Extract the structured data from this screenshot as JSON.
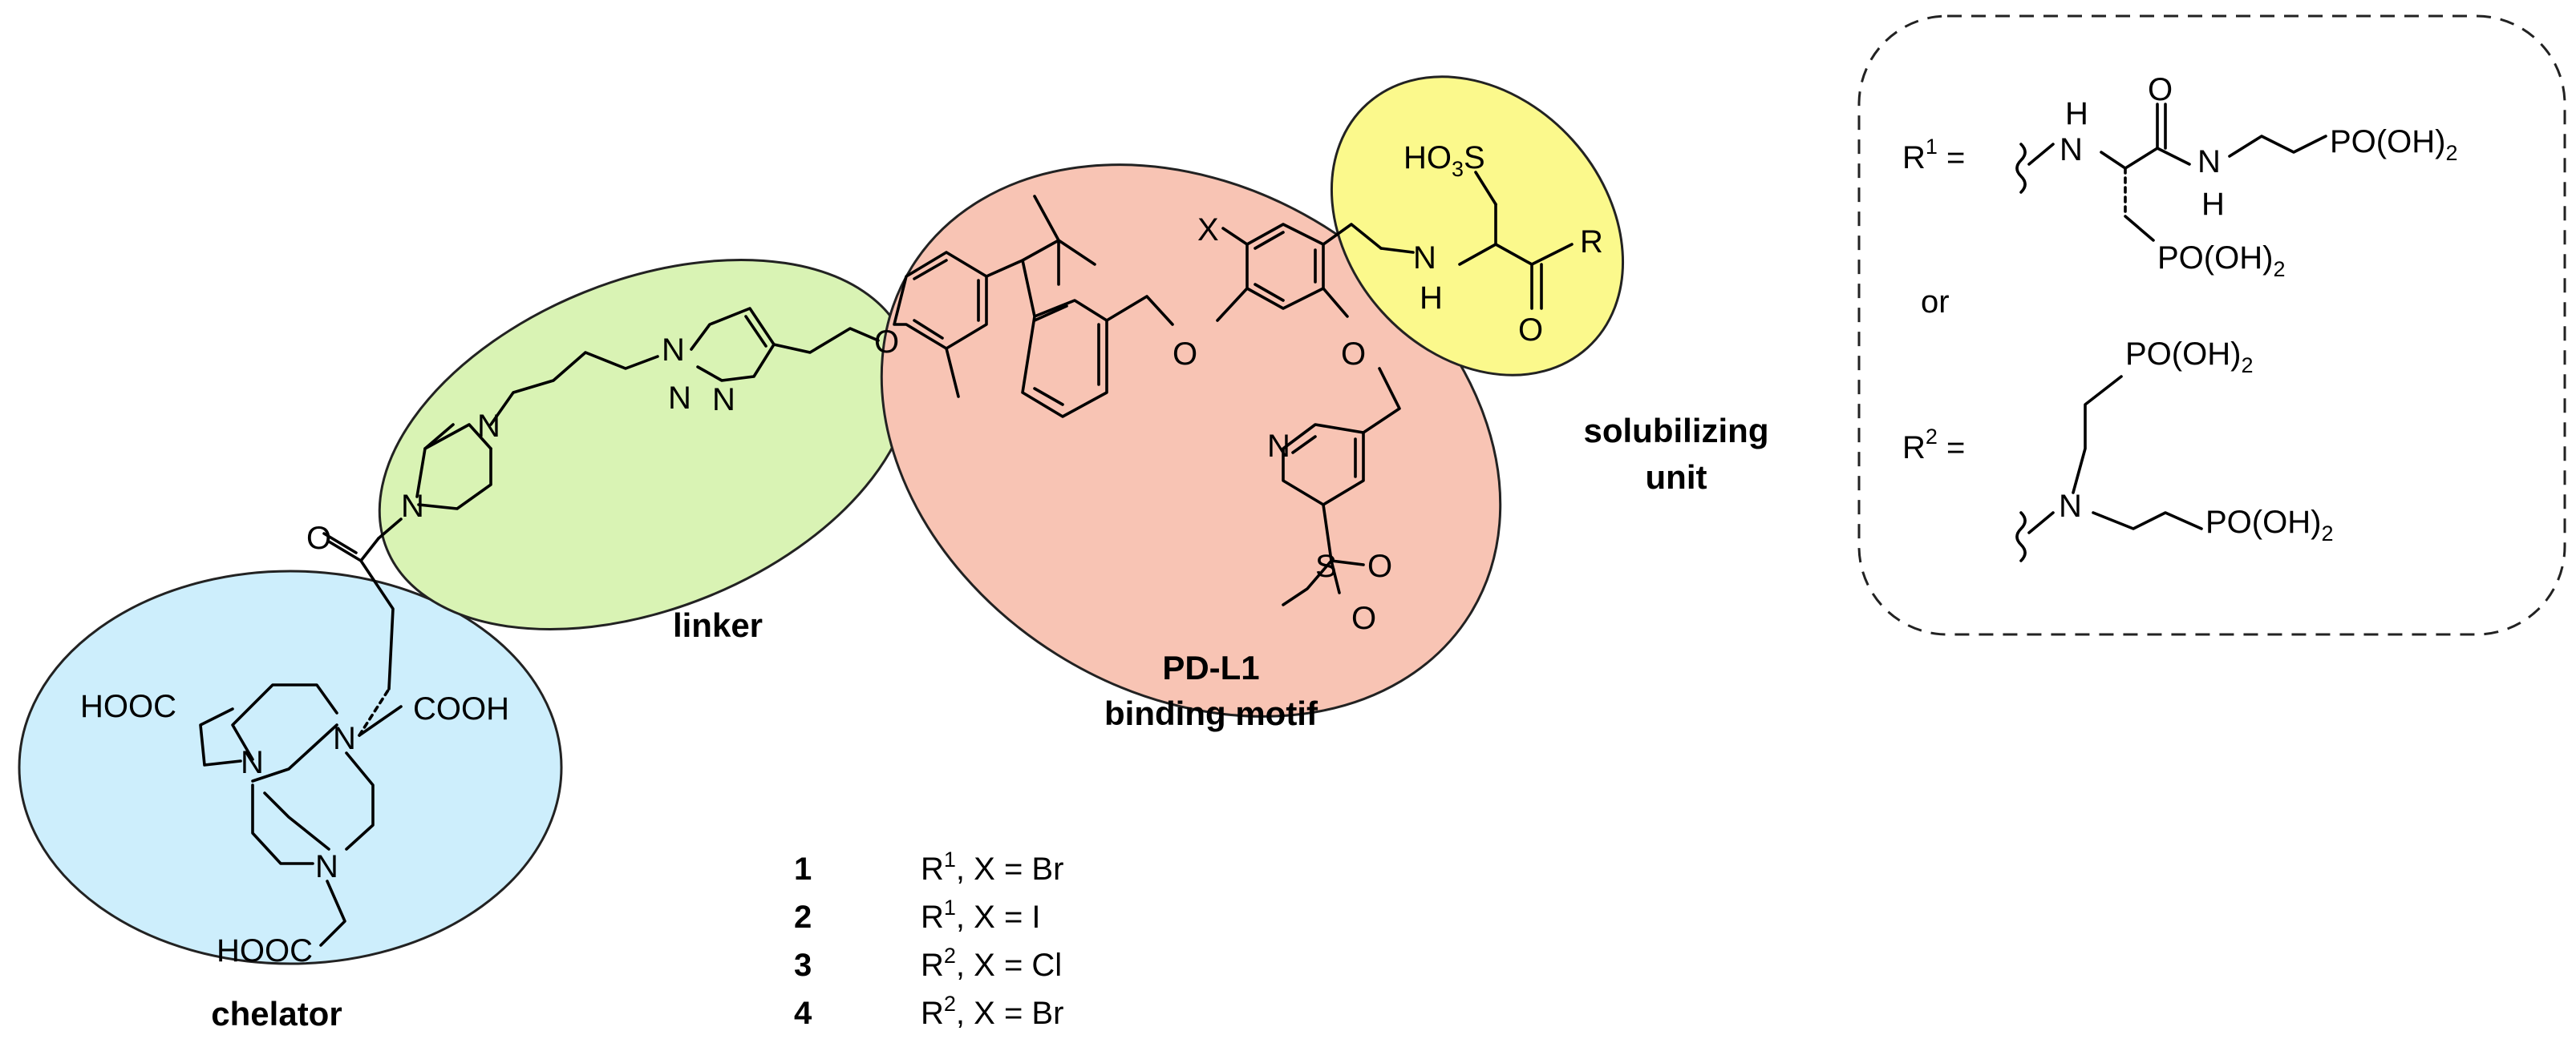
{
  "regions": {
    "chelator": {
      "label": "chelator",
      "color": "#cdeefc"
    },
    "linker": {
      "label": "linker",
      "color": "#d9f3b4"
    },
    "binding": {
      "label_line1": "PD-L1",
      "label_line2": "binding motif",
      "color": "#f8c4b4"
    },
    "solubilizing": {
      "label_line1": "solubilizing",
      "label_line2": "unit",
      "color": "#fbf98c"
    }
  },
  "groups": {
    "hooc_top": "HOOC",
    "cooh": "COOH",
    "hooc_bottom": "HOOC",
    "so3h_main": "HO",
    "so3h_sub": "3",
    "so3h_tail": "S",
    "po_oh": "PO(OH)",
    "po_sub": "2"
  },
  "atoms": {
    "n": "N",
    "o": "O",
    "s": "S",
    "x": "X",
    "r": "R",
    "h": "H",
    "nh": "N",
    "one": "1"
  },
  "rgroups": {
    "r_symbol": "R",
    "r1_sup": "1",
    "r2_sup": "2",
    "equals": " =",
    "or": "or"
  },
  "compounds": [
    {
      "number": "1",
      "r": "R",
      "sup": "1",
      "desc": ", X = Br"
    },
    {
      "number": "2",
      "r": "R",
      "sup": "1",
      "desc": ", X = I"
    },
    {
      "number": "3",
      "r": "R",
      "sup": "2",
      "desc": ", X = Cl"
    },
    {
      "number": "4",
      "r": "R",
      "sup": "2",
      "desc": ", X = Br"
    }
  ]
}
